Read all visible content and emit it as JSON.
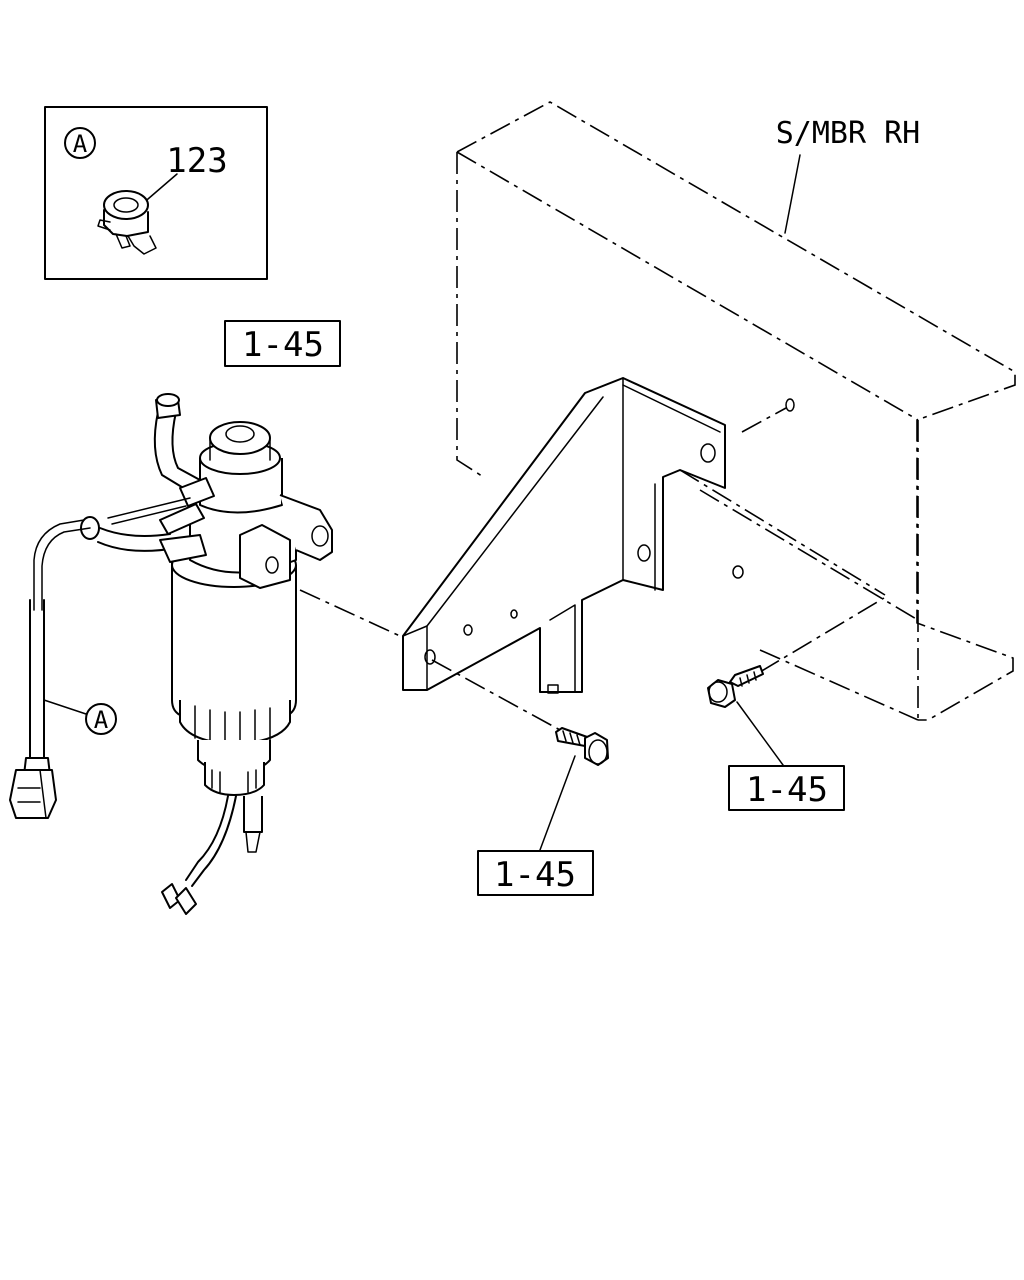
{
  "inset": {
    "circle_letter": "A",
    "part_number": "123"
  },
  "refs": {
    "filter_ref": "1-45",
    "bolt_left_ref": "1-45",
    "bolt_right_ref": "1-45"
  },
  "member_label": "S/MBR RH",
  "harness_marker": "A"
}
